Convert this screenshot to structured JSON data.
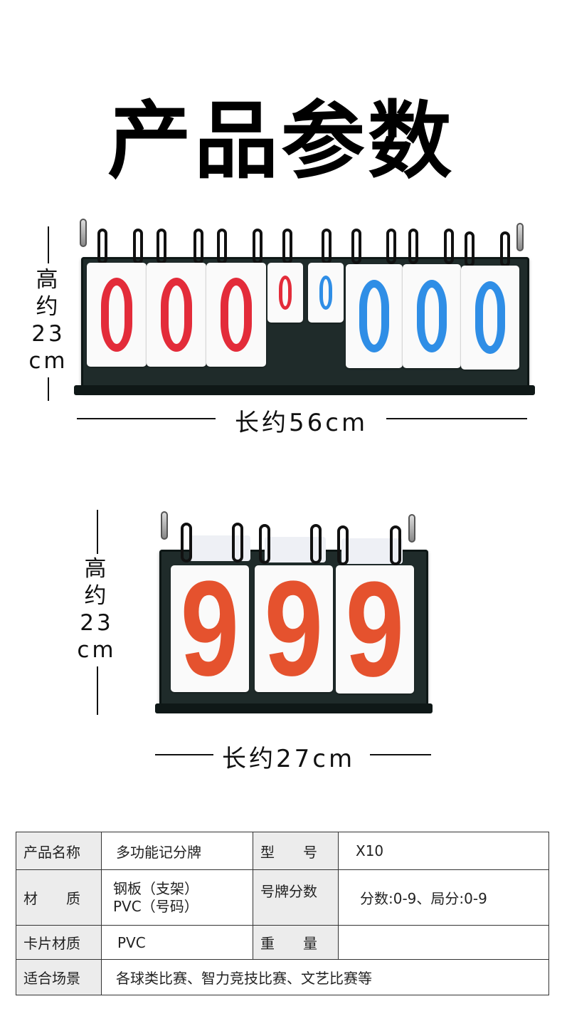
{
  "page_title": "产品参数",
  "board1": {
    "height_label": [
      "高",
      "约",
      "23",
      "cm"
    ],
    "length_label": "长约56cm",
    "left_digits": [
      "0",
      "0",
      "0"
    ],
    "small_digits": [
      "0",
      "0"
    ],
    "right_digits": [
      "0",
      "0",
      "0"
    ],
    "colors": {
      "red": "#e32c3a",
      "blue": "#2f8ee6",
      "frame": "#1f2b2a"
    }
  },
  "board2": {
    "height_label": [
      "高",
      "约",
      "23",
      "cm"
    ],
    "length_label": "长约27cm",
    "digits": [
      "9",
      "9",
      "9"
    ],
    "colors": {
      "orange": "#e5522e"
    }
  },
  "specs": {
    "rows": [
      {
        "k1": "产品名称",
        "v1": "多功能记分牌",
        "k2": "型　　号",
        "v2": "X10"
      },
      {
        "k1": "材　　质",
        "v1_lines": [
          "钢板（支架）",
          "PVC（号码）"
        ],
        "k2": "号牌分数",
        "v2": "分数:0-9、局分:0-9"
      },
      {
        "k1": "卡片材质",
        "v1": "PVC",
        "k2": "重　　量",
        "v2": ""
      },
      {
        "k1": "适合场景",
        "v1": "各球类比赛、智力竞技比赛、文艺比赛等"
      }
    ]
  }
}
